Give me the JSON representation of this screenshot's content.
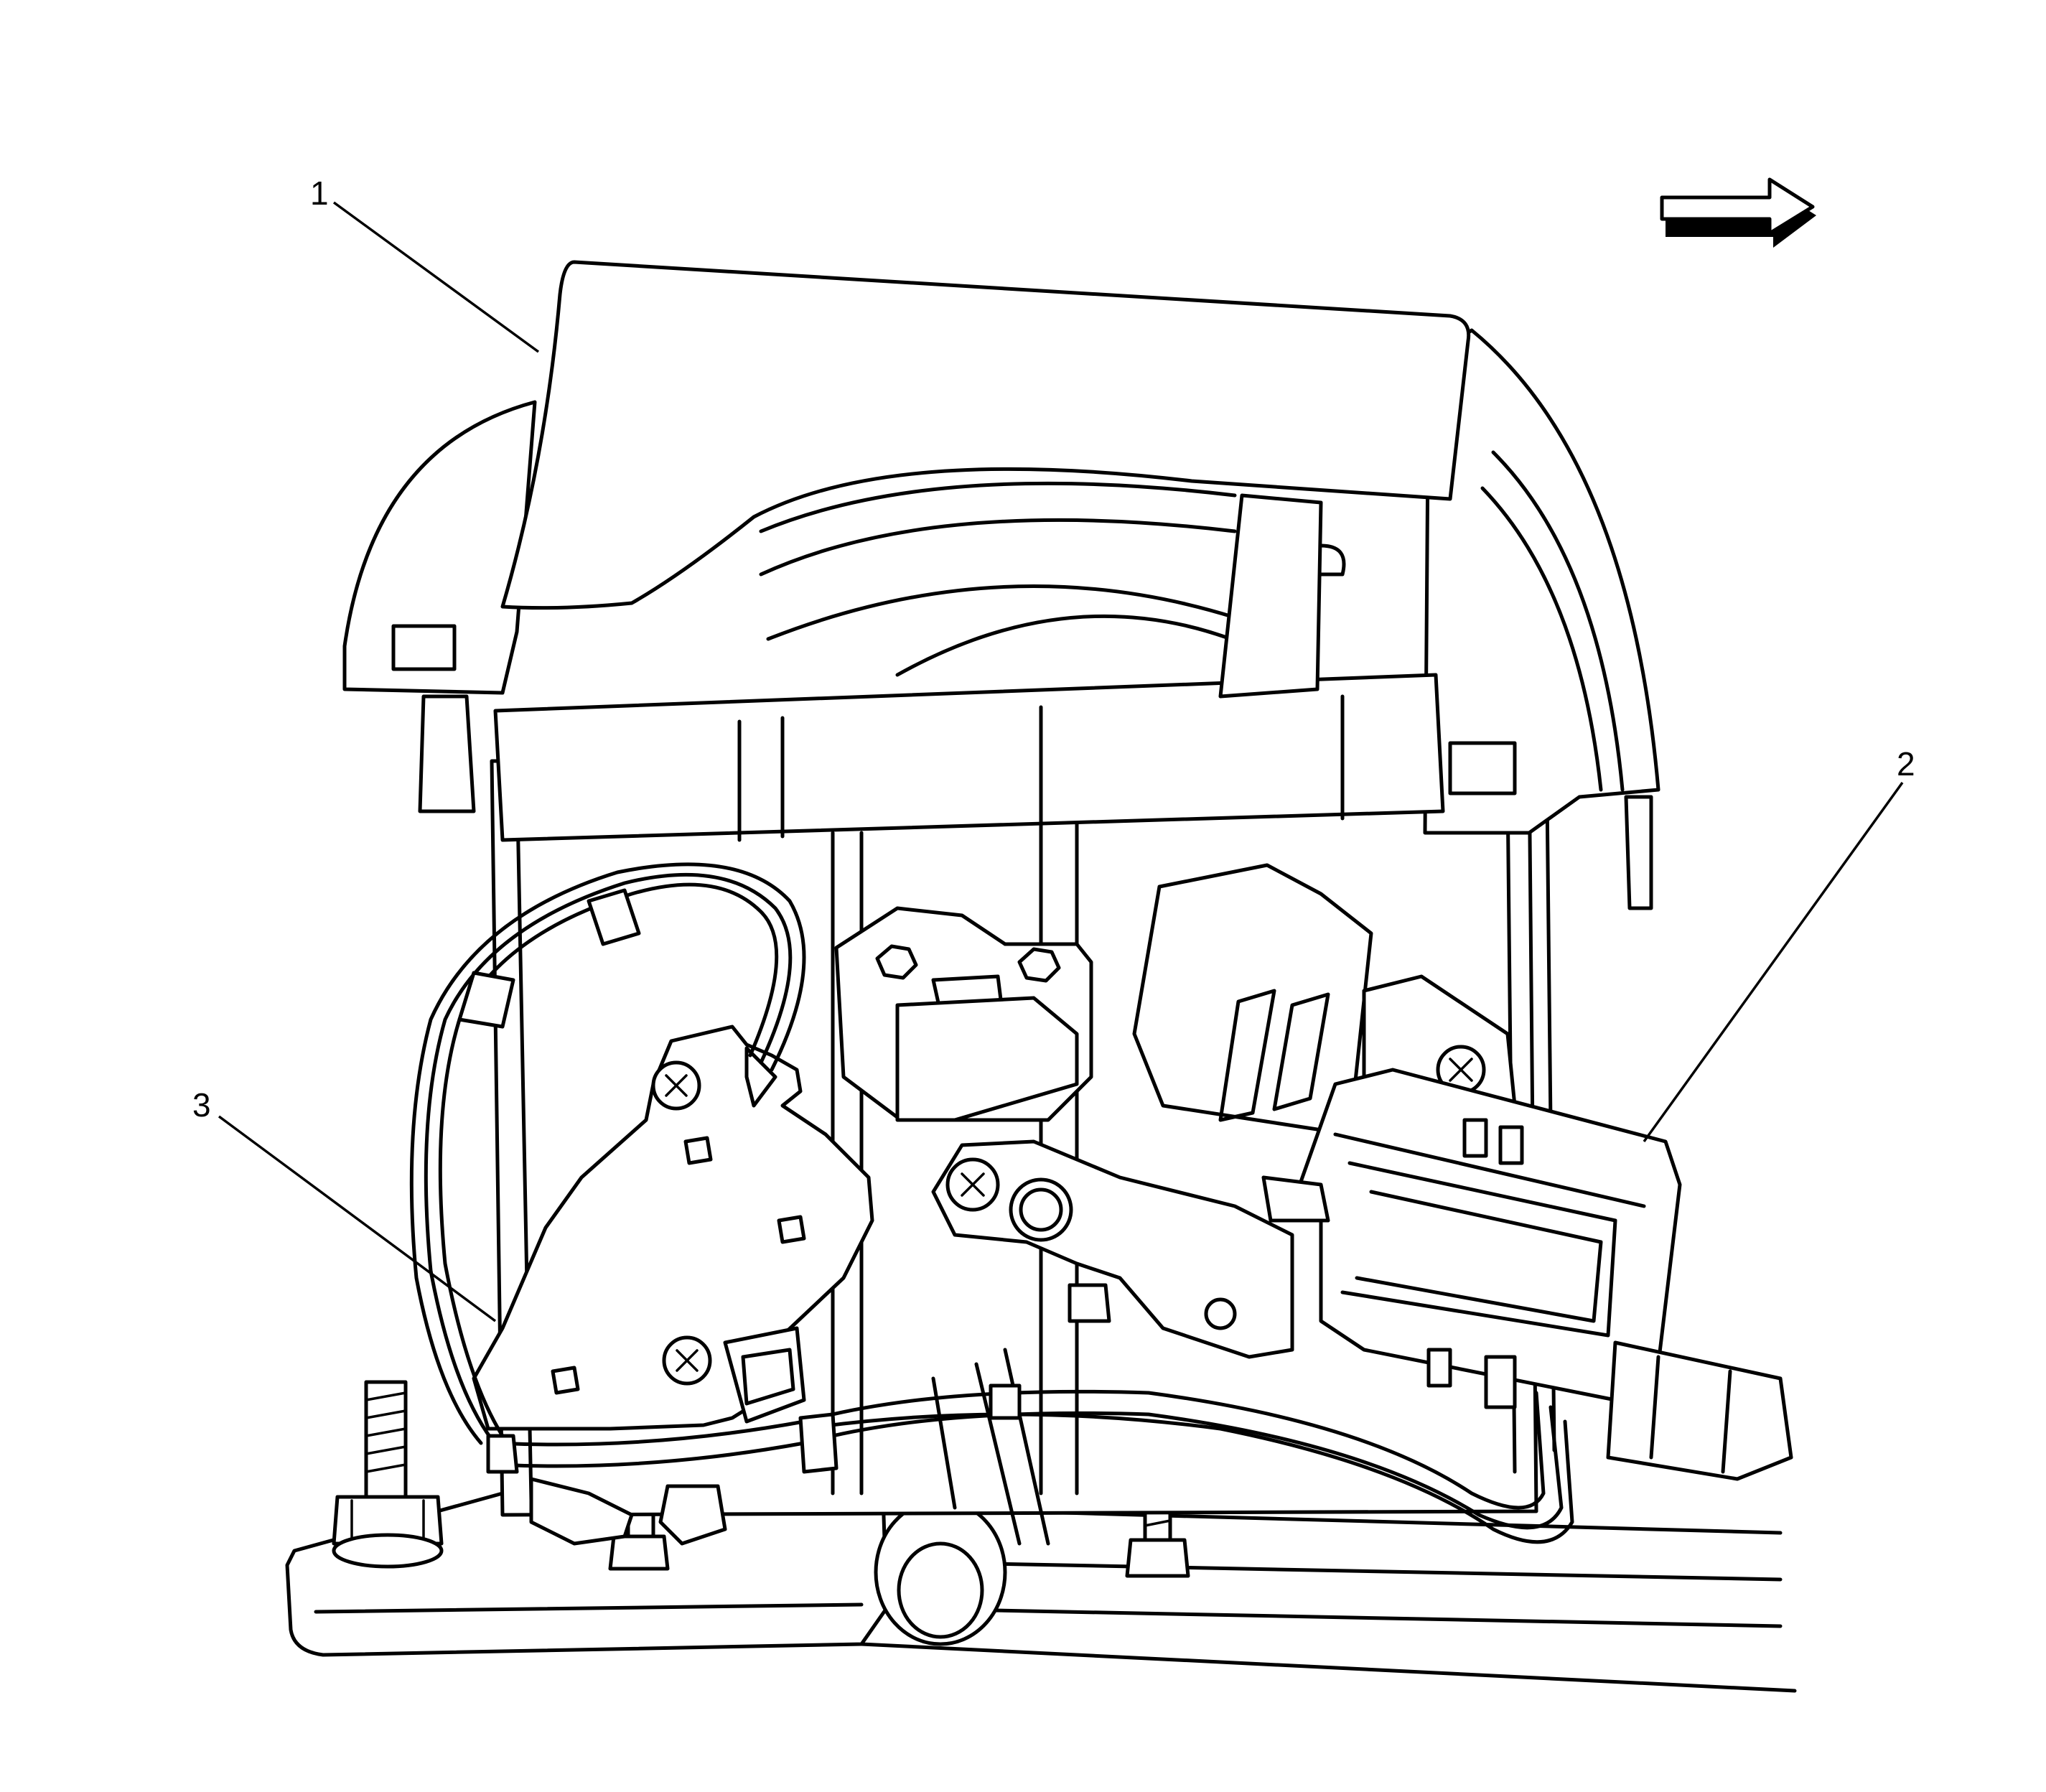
{
  "diagram": {
    "callouts": [
      {
        "id": "1",
        "label": "1"
      },
      {
        "id": "2",
        "label": "2"
      },
      {
        "id": "3",
        "label": "3"
      }
    ],
    "direction_arrow": "right",
    "colors": {
      "line": "#000000",
      "background": "#ffffff"
    }
  }
}
